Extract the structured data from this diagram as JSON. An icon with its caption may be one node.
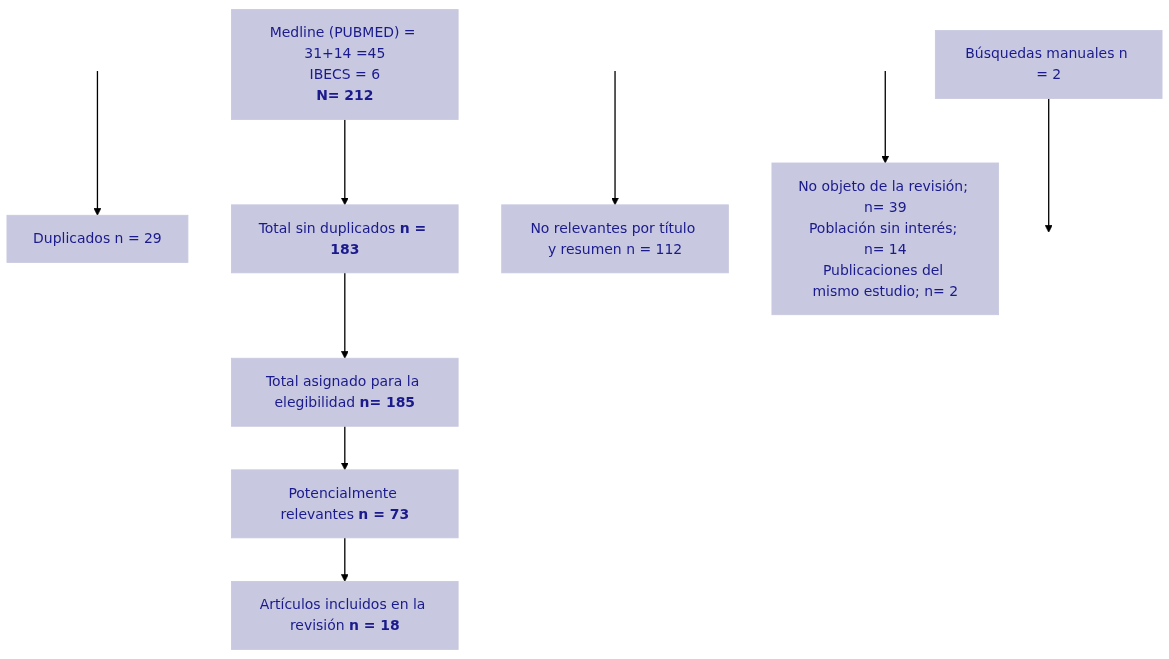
{
  "diagram": {
    "nodes": [
      {
        "text": [
          "Medline (PUBMED) = 31+14 =45",
          "IBECS = 6",
          "N= 212"
        ]
      },
      {
        "text": [
          "Duplicados n = 29"
        ]
      },
      {
        "text": [
          "Total sin duplicados **n = 183**"
        ]
      },
      {
        "text": [
          "Búsquedas manuales n = 2"
        ]
      },
      {
        "text": [
          "Total asignado para la elegibilidad **n= 185**"
        ]
      },
      {
        "text": [
          "No relevantes por título y resumen n = 112"
        ]
      },
      {
        "text": [
          "Potencialmente relevantes **n = 73**"
        ]
      },
      {
        "text": [
          "No objeto de la revisión; n= 39",
          "Población sin interés; n= 14",
          "Publicaciones del mismo estudio; n= 2"
        ]
      },
      {
        "text": [
          "Artículos incluidos en la revisión **n = 18**"
        ]
      }
    ],
    "edges": [
      {
        "from": 0,
        "to": 2,
        "arrow": "to"
      },
      {
        "from": null,
        "to": 1,
        "arrow": "to"
      },
      {
        "from": 2,
        "to": 4,
        "arrow": "to"
      },
      {
        "from": 3,
        "to": null,
        "arrow": "to"
      },
      {
        "from": 4,
        "to": 6,
        "arrow": "to"
      },
      {
        "from": null,
        "to": 5,
        "arrow": "to"
      },
      {
        "from": 6,
        "to": 8,
        "arrow": "to"
      },
      {
        "from": null,
        "to": 7,
        "arrow": "to"
      }
    ]
  }
}
